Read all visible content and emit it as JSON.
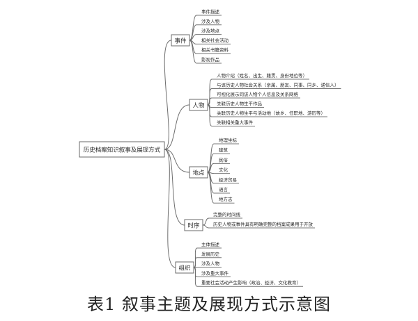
{
  "root": "历史档案知识叙事及展现方式",
  "branches": [
    {
      "label": "事件",
      "children": [
        "事件描述",
        "涉及人物",
        "涉及地点",
        "相关社会活动",
        "相关书籍资料",
        "影视作品"
      ]
    },
    {
      "label": "人物",
      "children": [
        "人物介绍（姓名、出生、籍贯、身份地位等）",
        "与该历史人物社会关系（亲属、朋友、同事、同乡、通信人）",
        "可视化展示同该人物个人信息及关系网络",
        "关联历史人物生平作品",
        "关联历史人物生平与活动地（故乡、任职地、游历等）",
        "关联相关重大事件"
      ]
    },
    {
      "label": "地点",
      "children": [
        "地理坐标",
        "建筑",
        "民俗",
        "文化",
        "经济贸易",
        "语言",
        "地方志"
      ]
    },
    {
      "label": "时序",
      "children": [
        "完整的时间线",
        "历史人物或事件具有明确完整的档案成果用于开放"
      ]
    },
    {
      "label": "组织",
      "children": [
        "主体描述",
        "发展历史",
        "涉及人物",
        "涉及重大事件",
        "重要社会活动产生影响（政治、经济、文化教育）"
      ]
    }
  ],
  "caption": "表1 叙事主题及展现方式示意图"
}
